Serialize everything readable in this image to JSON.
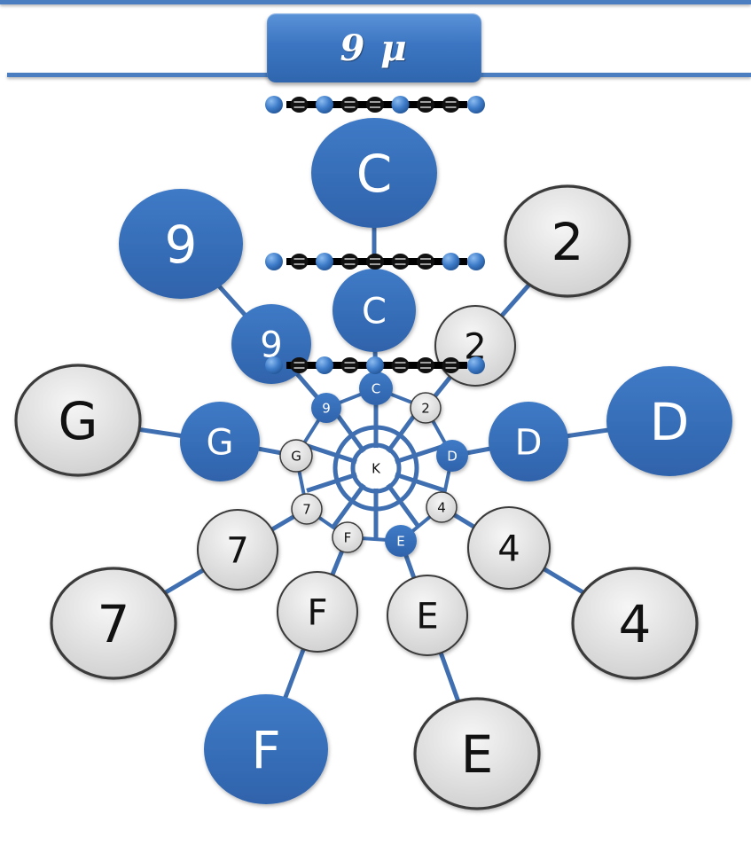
{
  "title": "9 μ",
  "colors": {
    "blue_node": "#3a72bd",
    "gray_node": "#e2e2e2",
    "edge": "#3f6fb0",
    "bead_blue": "#3e7cc9",
    "bead_black": "#111111",
    "band": "#4a7ec0"
  },
  "center_node": {
    "label": "K",
    "style": "white"
  },
  "web": {
    "spokes": 10,
    "rings": 2
  },
  "bead_chains": [
    {
      "id": "top",
      "beads": [
        "blue",
        "black",
        "blue",
        "black",
        "black",
        "blue",
        "black",
        "black",
        "blue"
      ]
    },
    {
      "id": "middle",
      "beads": [
        "blue",
        "black",
        "blue",
        "black",
        "black",
        "black",
        "black",
        "blue",
        "blue"
      ]
    },
    {
      "id": "bottom",
      "beads": [
        "blue",
        "black",
        "blue",
        "black",
        "blue",
        "black",
        "black",
        "black",
        "blue"
      ]
    }
  ],
  "branches": [
    {
      "label": "9",
      "inner": "blue",
      "mid": "blue",
      "outer": "blue"
    },
    {
      "label": "C",
      "inner": "blue",
      "mid": "blue",
      "outer": "blue"
    },
    {
      "label": "2",
      "inner": "gray",
      "mid": "gray",
      "outer": "gray"
    },
    {
      "label": "D",
      "inner": "blue",
      "mid": "blue",
      "outer": "blue"
    },
    {
      "label": "4",
      "inner": "gray",
      "mid": "gray",
      "outer": "gray"
    },
    {
      "label": "E",
      "inner": "blue",
      "mid": "gray",
      "outer": "gray"
    },
    {
      "label": "F",
      "inner": "gray",
      "mid": "gray",
      "outer": "blue"
    },
    {
      "label": "7",
      "inner": "gray",
      "mid": "gray",
      "outer": "gray"
    },
    {
      "label": "G",
      "inner": "gray",
      "mid": "blue",
      "outer": "gray"
    }
  ]
}
